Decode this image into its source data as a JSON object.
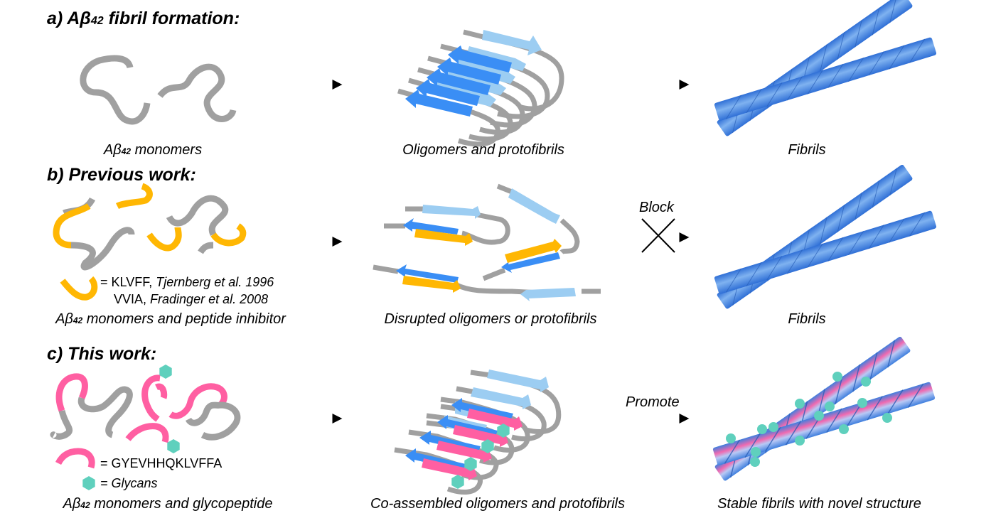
{
  "colors": {
    "gray_strand": "#a0a0a0",
    "beta_dark": "#3a8ef5",
    "beta_light": "#9ccdf2",
    "inhibitor": "#ffb703",
    "glycopeptide": "#ff5fa2",
    "glycan": "#5fd0bd",
    "fibril_blue": "#3f80dd",
    "arrow": "#000000"
  },
  "panels": [
    {
      "heading_prefix": "a) Aβ",
      "heading_sub": "42",
      "heading_suffix": " fibril formation:",
      "stages": [
        {
          "caption_prefix": "Aβ",
          "caption_sub": "42",
          "caption_suffix": " monomers"
        },
        {
          "caption": "Oligomers and protofibrils"
        },
        {
          "caption": "Fibrils"
        }
      ]
    },
    {
      "heading": "b) Previous work:",
      "legend": {
        "line1_seq": "= KLVFF, ",
        "line1_ref": "Tjernberg et al. 1996",
        "line2_seq": "VVIA, ",
        "line2_ref": "Fradinger et al. 2008"
      },
      "transition_label": "Block",
      "stages": [
        {
          "caption_prefix": "Aβ",
          "caption_sub": "42",
          "caption_suffix": " monomers and peptide inhibitor"
        },
        {
          "caption": "Disrupted oligomers or protofibrils"
        },
        {
          "caption": "Fibrils"
        }
      ]
    },
    {
      "heading": "c) This work:",
      "legend": {
        "peptide": "= GYEVHHQKLVFFA",
        "glycan": "= Glycans"
      },
      "transition_label": "Promote",
      "stages": [
        {
          "caption_prefix": "Aβ",
          "caption_sub": "42",
          "caption_suffix": " monomers and glycopeptide"
        },
        {
          "caption": "Co-assembled oligomers and protofibrils"
        },
        {
          "caption": "Stable fibrils with novel structure"
        }
      ]
    }
  ]
}
